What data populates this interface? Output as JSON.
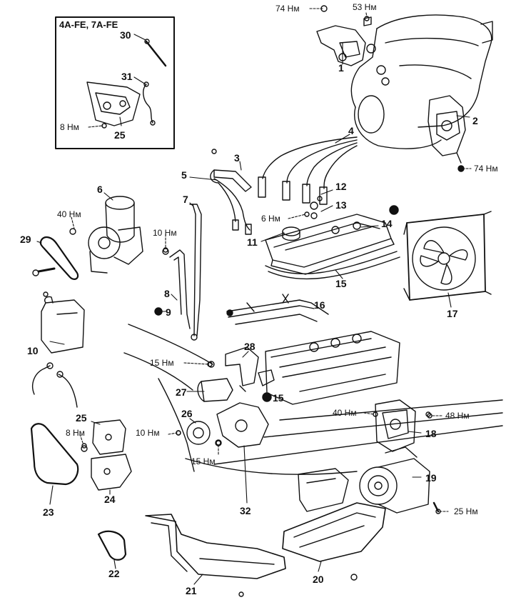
{
  "inset": {
    "title": "4A-FE, 7A-FE"
  },
  "callouts": [
    {
      "id": "c1",
      "text": "1"
    },
    {
      "id": "c2",
      "text": "2"
    },
    {
      "id": "c3",
      "text": "3"
    },
    {
      "id": "c4",
      "text": "4"
    },
    {
      "id": "c5",
      "text": "5"
    },
    {
      "id": "c6",
      "text": "6"
    },
    {
      "id": "c7",
      "text": "7"
    },
    {
      "id": "c8",
      "text": "8"
    },
    {
      "id": "c9",
      "text": "9"
    },
    {
      "id": "c10",
      "text": "10"
    },
    {
      "id": "c11",
      "text": "11"
    },
    {
      "id": "c12",
      "text": "12"
    },
    {
      "id": "c13",
      "text": "13"
    },
    {
      "id": "c14",
      "text": "14"
    },
    {
      "id": "c15a",
      "text": "15"
    },
    {
      "id": "c15b",
      "text": "15"
    },
    {
      "id": "c16",
      "text": "16"
    },
    {
      "id": "c17",
      "text": "17"
    },
    {
      "id": "c18",
      "text": "18"
    },
    {
      "id": "c19",
      "text": "19"
    },
    {
      "id": "c20",
      "text": "20"
    },
    {
      "id": "c21",
      "text": "21"
    },
    {
      "id": "c22",
      "text": "22"
    },
    {
      "id": "c23",
      "text": "23"
    },
    {
      "id": "c24",
      "text": "24"
    },
    {
      "id": "c25a",
      "text": "25"
    },
    {
      "id": "c25b",
      "text": "25"
    },
    {
      "id": "c26",
      "text": "26"
    },
    {
      "id": "c27",
      "text": "27"
    },
    {
      "id": "c28",
      "text": "28"
    },
    {
      "id": "c29",
      "text": "29"
    },
    {
      "id": "c30",
      "text": "30"
    },
    {
      "id": "c31",
      "text": "31"
    },
    {
      "id": "c32",
      "text": "32"
    }
  ],
  "torques": [
    {
      "id": "t74a",
      "text": "74 Нм"
    },
    {
      "id": "t53",
      "text": "53 Нм"
    },
    {
      "id": "t74b",
      "text": "74 Нм"
    },
    {
      "id": "t40a",
      "text": "40 Нм"
    },
    {
      "id": "t10a",
      "text": "10 Нм"
    },
    {
      "id": "t6",
      "text": "6 Нм"
    },
    {
      "id": "t8a",
      "text": "8 Нм"
    },
    {
      "id": "t15a",
      "text": "15 Нм"
    },
    {
      "id": "t40b",
      "text": "40 Нм"
    },
    {
      "id": "t48",
      "text": "48 Нм"
    },
    {
      "id": "t8b",
      "text": "8 Нм"
    },
    {
      "id": "t10b",
      "text": "10 Нм"
    },
    {
      "id": "t15b",
      "text": "15 Нм"
    },
    {
      "id": "t25",
      "text": "25 Нм"
    }
  ]
}
